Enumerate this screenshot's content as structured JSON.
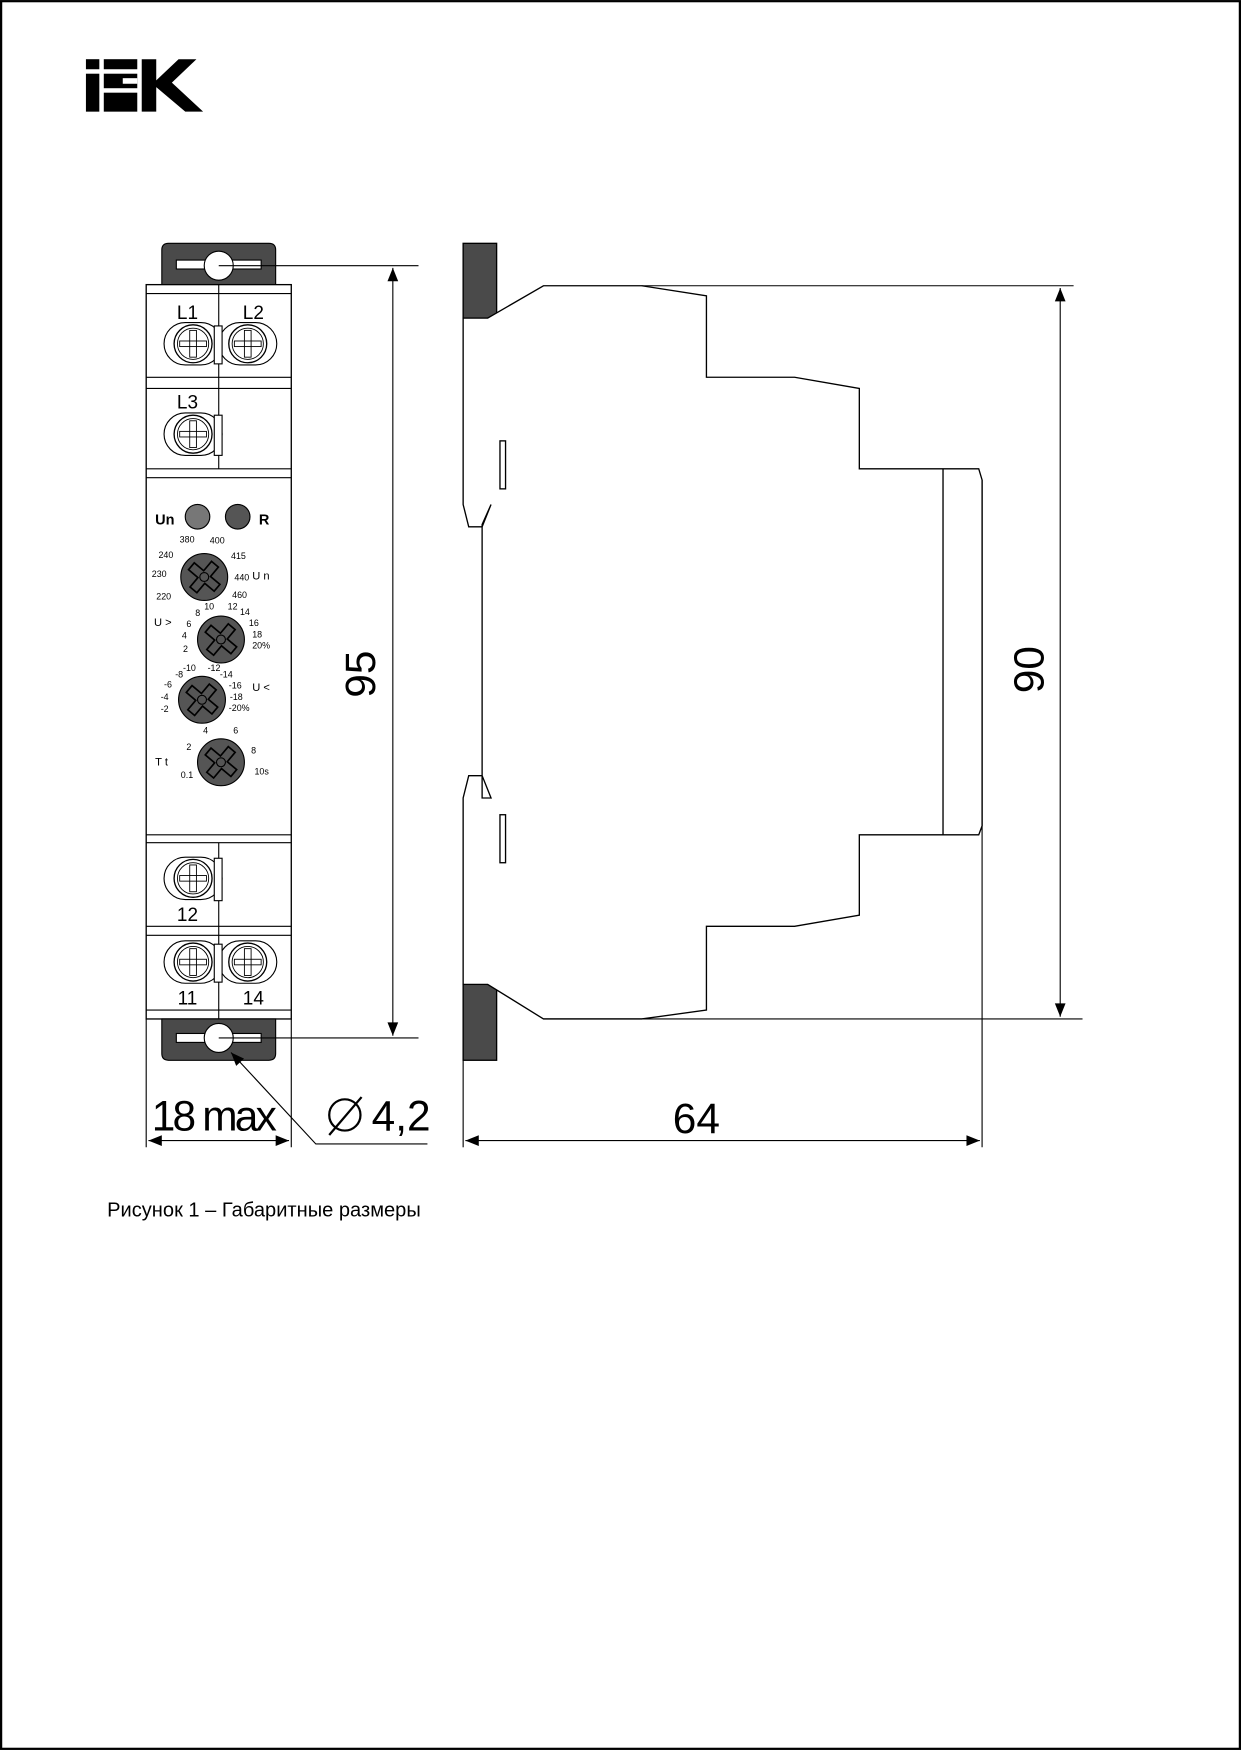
{
  "logo": {
    "text": "IEK"
  },
  "front_view": {
    "terminals_top": [
      "L1",
      "L2",
      "L3"
    ],
    "terminals_bottom": [
      "12",
      "11",
      "14"
    ],
    "leds": [
      "Un",
      "R"
    ],
    "dials": [
      {
        "name": "Un",
        "label": "U n",
        "scale": [
          "220",
          "230",
          "240",
          "380",
          "400",
          "415",
          "440",
          "460"
        ]
      },
      {
        "name": "U>",
        "label": "U >",
        "scale": [
          "2",
          "4",
          "6",
          "8",
          "10",
          "12",
          "14",
          "16",
          "18",
          "20%"
        ]
      },
      {
        "name": "U<",
        "label": "U <",
        "scale": [
          "-2",
          "-4",
          "-6",
          "-8",
          "-10",
          "-12",
          "-14",
          "-16",
          "-18",
          "-20%"
        ]
      },
      {
        "name": "Tt",
        "label": "T t",
        "scale": [
          "0.1",
          "2",
          "4",
          "6",
          "8",
          "10s"
        ]
      }
    ]
  },
  "dimensions": {
    "height_with_clips": "95",
    "height_body": "90",
    "depth": "64",
    "width": "18 max",
    "hole": "4,2"
  },
  "caption": "Рисунок 1 – Габаритные размеры",
  "colors": {
    "clip": "#4a4a4a",
    "dial": "#555555",
    "led_un": "#777777",
    "led_r": "#555555"
  }
}
